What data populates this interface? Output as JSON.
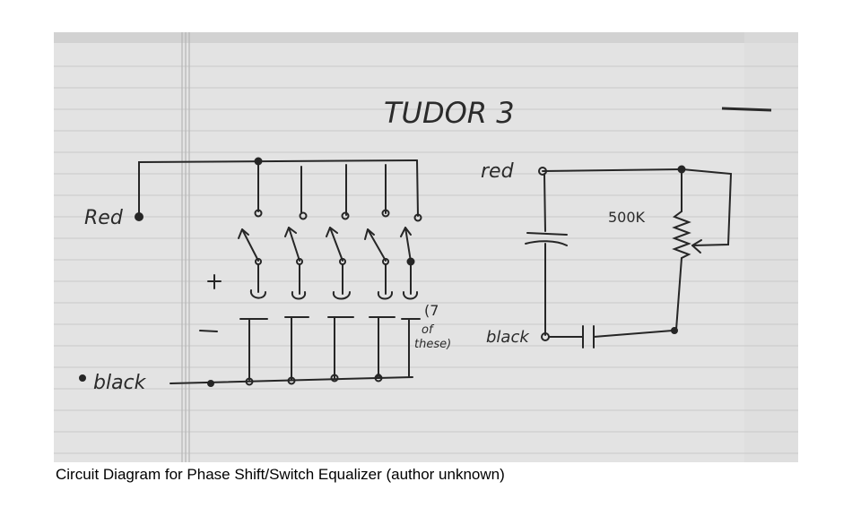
{
  "photo": {
    "paper_color": "#e4e4e4",
    "ink_color": "#262626",
    "rule_color": "#c7c7c7"
  },
  "sketch": {
    "title": "TUDOR 3",
    "left_circuit": {
      "red_label": "Red",
      "black_label": "black",
      "plus_label": "+",
      "minus_label": "–",
      "note_line1": "(7",
      "note_line2": "of",
      "note_line3": "these)"
    },
    "right_circuit": {
      "red_label": "red",
      "black_label": "black",
      "pot_label": "500K"
    }
  },
  "caption": "Circuit Diagram for Phase Shift/Switch Equalizer (author unknown)"
}
